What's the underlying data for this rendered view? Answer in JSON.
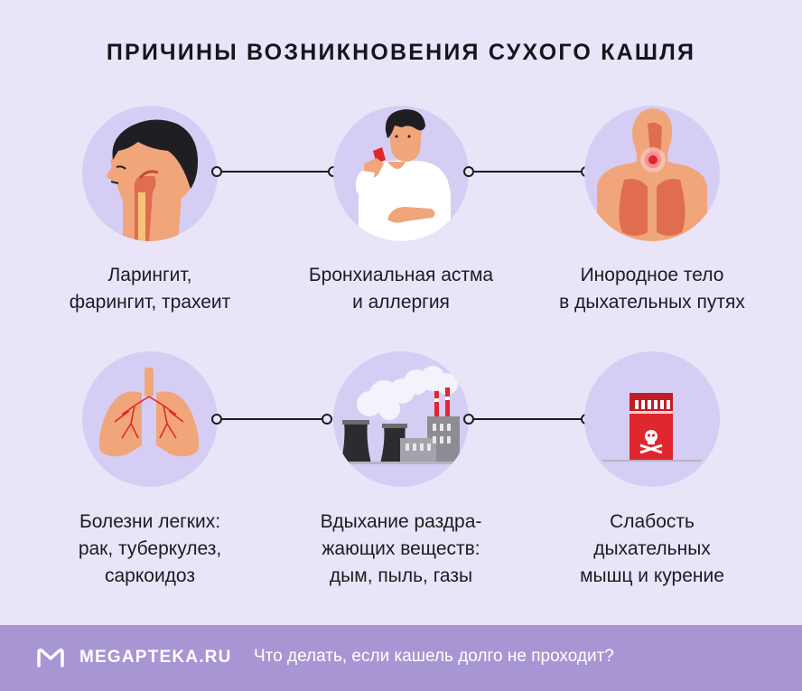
{
  "header": {
    "title": "ПРИЧИНЫ ВОЗНИКНОВЕНИЯ СУХОГО КАШЛЯ"
  },
  "causes": [
    {
      "icon": "throat-icon",
      "lines": [
        "Ларингит,",
        "фарингит, трахеит"
      ]
    },
    {
      "icon": "asthma-inhaler-icon",
      "lines": [
        "Бронхиальная астма",
        "и аллергия"
      ]
    },
    {
      "icon": "foreign-body-airway-icon",
      "lines": [
        "Инородное тело",
        "в дыхательных путях"
      ]
    },
    {
      "icon": "lungs-icon",
      "lines": [
        "Болезни легких:",
        "рак, туберкулез,",
        "саркоидоз"
      ]
    },
    {
      "icon": "factory-smoke-icon",
      "lines": [
        "Вдыхание раздра-",
        "жающих веществ:",
        "дым, пыль, газы"
      ]
    },
    {
      "icon": "cigarette-pack-icon",
      "lines": [
        "Слабость",
        "дыхательных",
        "мышц и курение"
      ]
    }
  ],
  "footer": {
    "brand": "MEGAPTEKA.RU",
    "question": "Что делать, если кашель долго не проходит?"
  },
  "colors": {
    "background": "#e9e4f8",
    "circle": "#d6cdf4",
    "footer": "#a896d4",
    "skin": "#f0a67a",
    "accent_red": "#e0262f"
  }
}
